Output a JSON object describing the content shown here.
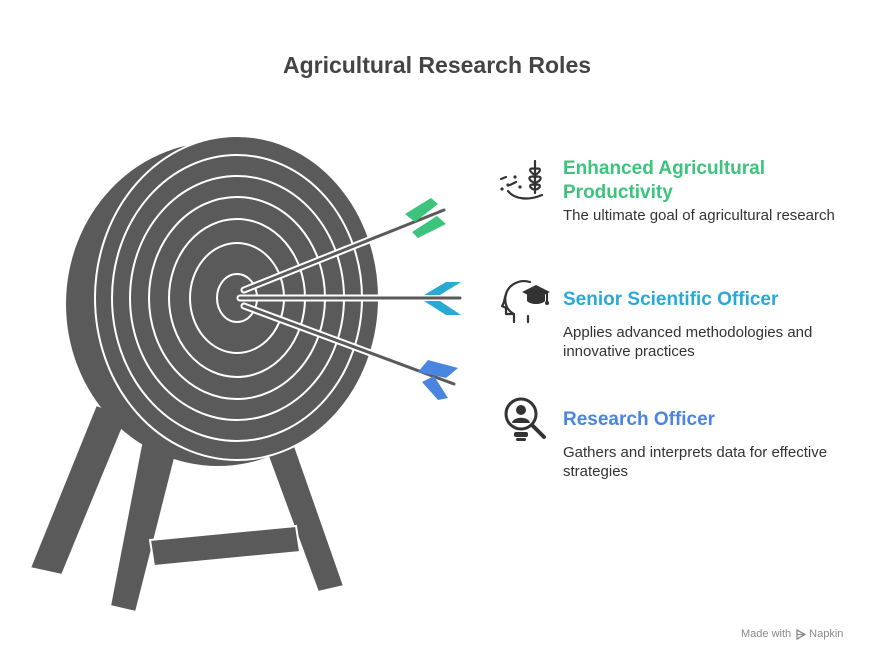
{
  "title": "Agricultural Research Roles",
  "items": [
    {
      "heading_line1": "Enhanced Agricultural",
      "heading_line2": "Productivity",
      "description": "The ultimate goal of agricultural research",
      "color": "#3cc47c",
      "icon": "plant-in-hand-icon"
    },
    {
      "heading_line1": "Senior Scientific Officer",
      "description_line1": "Applies advanced methodologies and",
      "description_line2": "innovative practices",
      "color": "#2aa9d6",
      "icon": "head-graduation-cap-icon"
    },
    {
      "heading_line1": "Research Officer",
      "description_line1": "Gathers and interprets data for effective",
      "description_line2": "strategies",
      "color": "#4a86e0",
      "icon": "person-magnifier-icon"
    }
  ],
  "footer": {
    "label": "Made with",
    "brand": "Napkin"
  },
  "colors": {
    "target": "#5a5a5a",
    "ring": "#ffffff"
  }
}
